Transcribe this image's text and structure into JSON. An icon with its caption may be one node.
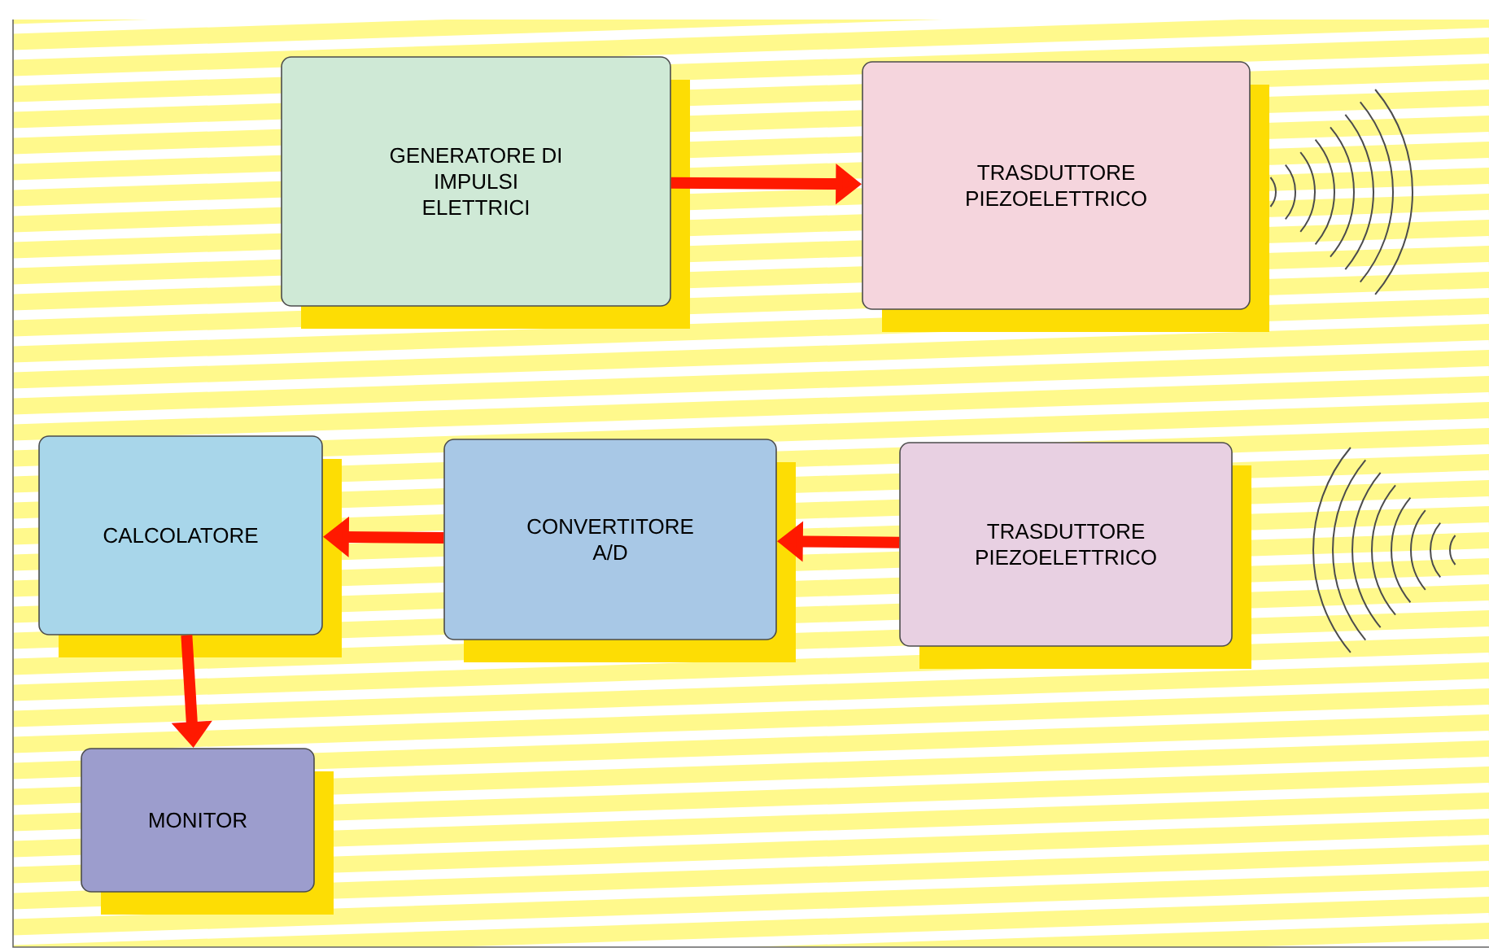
{
  "diagram": {
    "nodes": [
      {
        "text": [
          "GENERATORE DI IMPULSI ELETTRICI"
        ]
      },
      {
        "text": [
          "TRASDUTTORE PIEZOELETTRICO"
        ]
      },
      {
        "text": [
          "TRASDUTTORE PIEZOELETTRICO"
        ]
      },
      {
        "text": [
          "CONVERTITORE A/D"
        ]
      },
      {
        "text": [
          "CALCOLATORE"
        ]
      },
      {
        "text": [
          "MONITOR"
        ]
      }
    ],
    "edges": [
      {
        "from": 0,
        "to": 1,
        "arrow": "to"
      },
      {
        "from": 2,
        "to": 3,
        "arrow": "to"
      },
      {
        "from": 3,
        "to": 4,
        "arrow": "to"
      },
      {
        "from": 4,
        "to": 5,
        "arrow": "to"
      }
    ]
  }
}
